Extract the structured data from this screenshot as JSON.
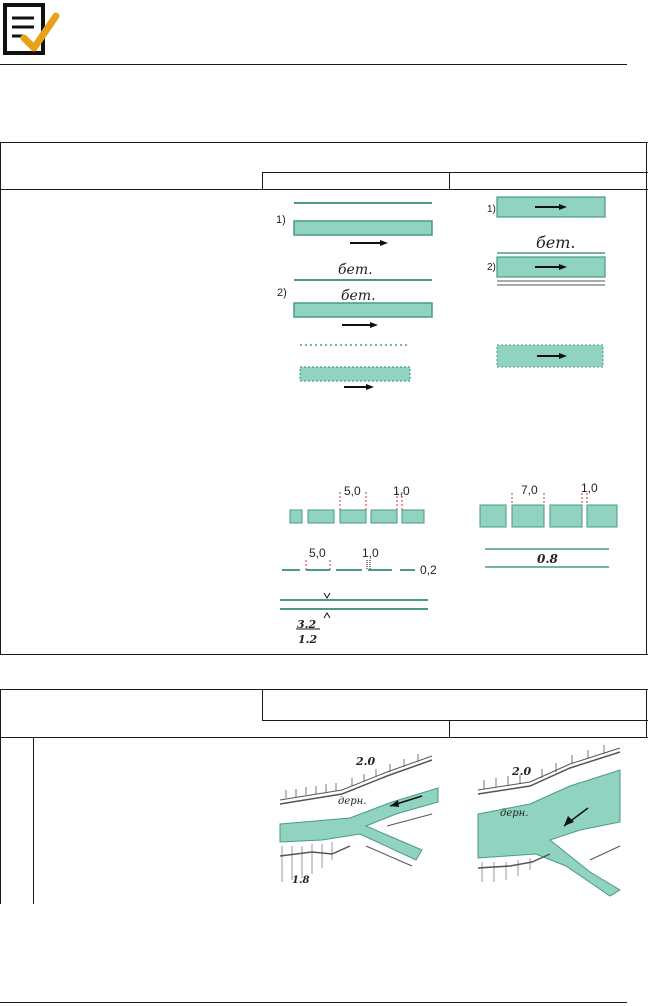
{
  "header": {
    "icon": "document-checklist-icon",
    "accent_color": "#e8a21a"
  },
  "colors": {
    "water": "#8fd3c0",
    "water_dark": "#4a9a85",
    "ink": "#222222"
  },
  "table1": {
    "left_labels": {
      "a1": "1)",
      "a2": "2)",
      "b1": "1)",
      "b2": "2)"
    },
    "concrete_label_1": "бет.",
    "concrete_label_2": "бет.",
    "concrete_label_3": "бет.",
    "dims_left_top": {
      "a": "5,0",
      "b": "1,0"
    },
    "dims_left_mid": {
      "a": "5,0",
      "b": "1,0",
      "c": "0,2"
    },
    "dims_left_bottom": {
      "num": "3.2",
      "den": "1.2"
    },
    "dims_right_top": {
      "a": "7,0",
      "b": "1,0"
    },
    "dims_right_mid": "0.8"
  },
  "table2": {
    "left_map": {
      "top": "2.0",
      "turf": "дерн.",
      "bottom": "1.8"
    },
    "right_map": {
      "top": "2.0",
      "turf": "дерн."
    }
  }
}
